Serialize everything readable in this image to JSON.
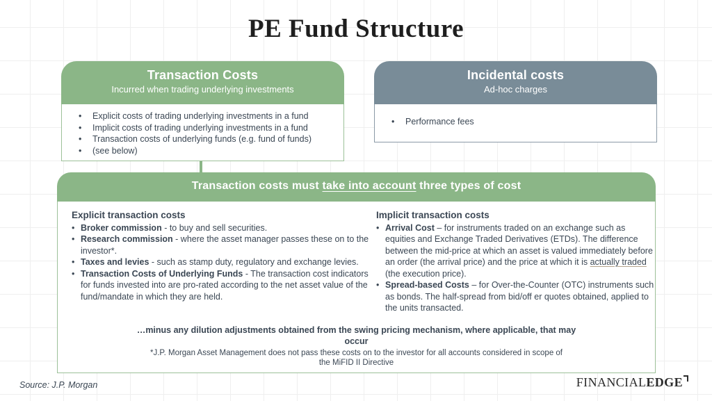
{
  "page": {
    "title": "PE Fund Structure"
  },
  "colors": {
    "green": "#8bb687",
    "green-border": "#9cc098",
    "slate": "#798c98",
    "slate-border": "#8a99a6",
    "text": "#3b4754",
    "title": "#1e1e1e",
    "grid": "#efefef",
    "logo": "#2b2b2b"
  },
  "boxes": {
    "transaction": {
      "title": "Transaction Costs",
      "subtitle": "Incurred when trading underlying investments",
      "bullets": [
        "Explicit costs of trading underlying investments in a fund",
        "Implicit costs of trading underlying investments in a fund",
        "Transaction costs of underlying funds (e.g. fund of funds)",
        "(see below)"
      ]
    },
    "incidental": {
      "title": "Incidental costs",
      "subtitle": "Ad-hoc charges",
      "bullets": [
        "Performance fees"
      ]
    },
    "detail": {
      "title_pre": "Transaction costs must ",
      "title_underlined": "take into account",
      "title_post": " three types of cost",
      "explicit": {
        "heading": "Explicit transaction costs",
        "items": [
          {
            "term": "Broker commission",
            "rest": " - to buy and sell securities."
          },
          {
            "term": "Research commission",
            "rest": " - where the asset manager passes these on to the investor*."
          },
          {
            "term": "Taxes and levies",
            "rest": " - such as stamp duty, regulatory and exchange levies."
          },
          {
            "term": "Transaction Costs of Underlying Funds",
            "rest": " - The transaction cost indicators for funds invested into are pro-rated according to the net asset value of the fund/mandate in which they are held."
          }
        ]
      },
      "implicit": {
        "heading": "Implicit transaction costs",
        "items": [
          {
            "term": "Arrival Cost",
            "rest_pre": " – for instruments traded on an exchange such as equities and Exchange Traded Derivatives (ETDs). The difference between the mid-price at which an asset is valued immediately before an order (the arrival price) and the price at which it is ",
            "underlined": "actually traded",
            "rest_post": " (the execution price)."
          },
          {
            "term": "Spread-based Costs",
            "rest_pre": " – for Over-the-Counter (OTC) instruments such as bonds. The half-spread from bid/off er quotes obtained, applied to the units transacted.",
            "underlined": "",
            "rest_post": ""
          }
        ]
      },
      "footnote_bold": "…minus any dilution adjustments obtained from the swing pricing mechanism, where applicable, that may occur",
      "footnote": "*J.P. Morgan Asset Management does not pass these costs on to the investor for all accounts considered in scope of the MiFID II Directive"
    }
  },
  "footer": {
    "source": "Source: J.P. Morgan",
    "logo_financial": "FINANCIAL",
    "logo_edge": "EDGE"
  }
}
